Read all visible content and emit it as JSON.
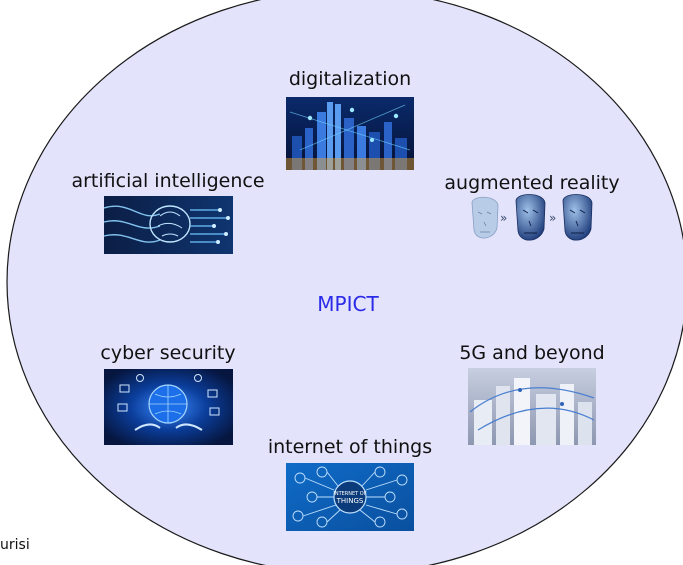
{
  "diagram": {
    "center": "MPICT",
    "nodes": [
      {
        "id": "digitalization",
        "label": "digitalization",
        "image": "city-skyline-network-image"
      },
      {
        "id": "artificial-intelligence",
        "label": "artificial intelligence",
        "image": "brain-circuit-image"
      },
      {
        "id": "augmented-reality",
        "label": "augmented reality",
        "image": "3d-face-mesh-image"
      },
      {
        "id": "cyber-security",
        "label": "cyber security",
        "image": "globe-hands-icons-image"
      },
      {
        "id": "5g-and-beyond",
        "label": "5G and beyond",
        "image": "city-signal-image"
      },
      {
        "id": "internet-of-things",
        "label": "internet of things",
        "image": "iot-network-image"
      }
    ],
    "iot_badge_line1": "INTERNET OF",
    "iot_badge_line2": "THINGS",
    "corner_text": "urisi",
    "colors": {
      "ellipse_fill": "#e3e3fb",
      "ellipse_stroke": "#1a1a1a",
      "center_text": "#2a2ae8"
    }
  }
}
